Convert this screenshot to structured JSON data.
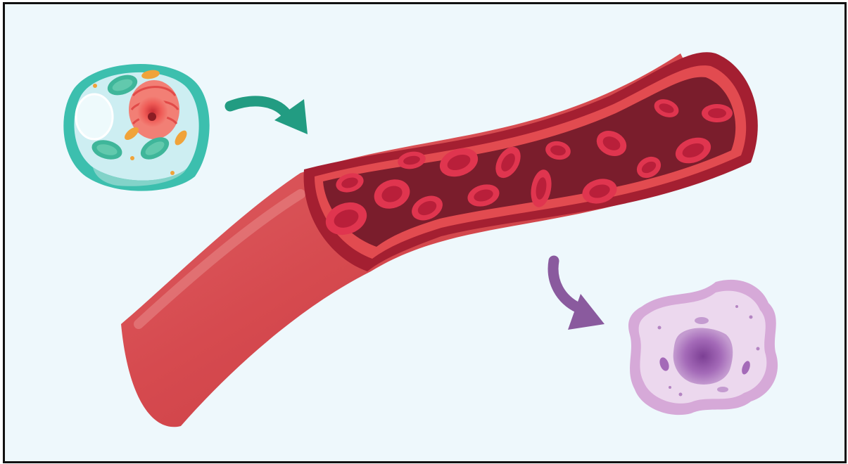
{
  "diagram": {
    "nodes": [
      {
        "id": "source-cell",
        "kind": "cell-with-nucleus-and-organelles"
      },
      {
        "id": "blood-vessel",
        "kind": "blood-vessel-cross-section-with-red-blood-cells"
      },
      {
        "id": "target-cell",
        "kind": "irregular-cell"
      }
    ],
    "edges": [
      {
        "from": "source-cell",
        "to": "blood-vessel",
        "icon": "curved-arrow-icon"
      },
      {
        "from": "blood-vessel",
        "to": "target-cell",
        "icon": "curved-arrow-icon"
      }
    ]
  },
  "colors": {
    "background": "#eef8fc",
    "frame_border": "#111111",
    "vessel_wall": "#d9474c",
    "vessel_outer": "#c73a40",
    "vessel_inner": "#7a1d2c",
    "vessel_rim": "#a41f31",
    "red_blood_cell": "#e0354f",
    "red_blood_cell_center": "#b91f3a",
    "source_cell_membrane": "#3cbfae",
    "source_cell_cytoplasm": "#cdeef2",
    "source_cell_nucleus": "#ef5b56",
    "mitochondria": "#f0a33a",
    "chloroplast": "#3fb69a",
    "arrow_teal": "#229c82",
    "arrow_purple": "#8a5a9e",
    "target_cell_membrane": "#d6a9d8",
    "target_cell_cytoplasm": "#ecd8ee",
    "target_cell_nucleus": "#a46ab8"
  }
}
